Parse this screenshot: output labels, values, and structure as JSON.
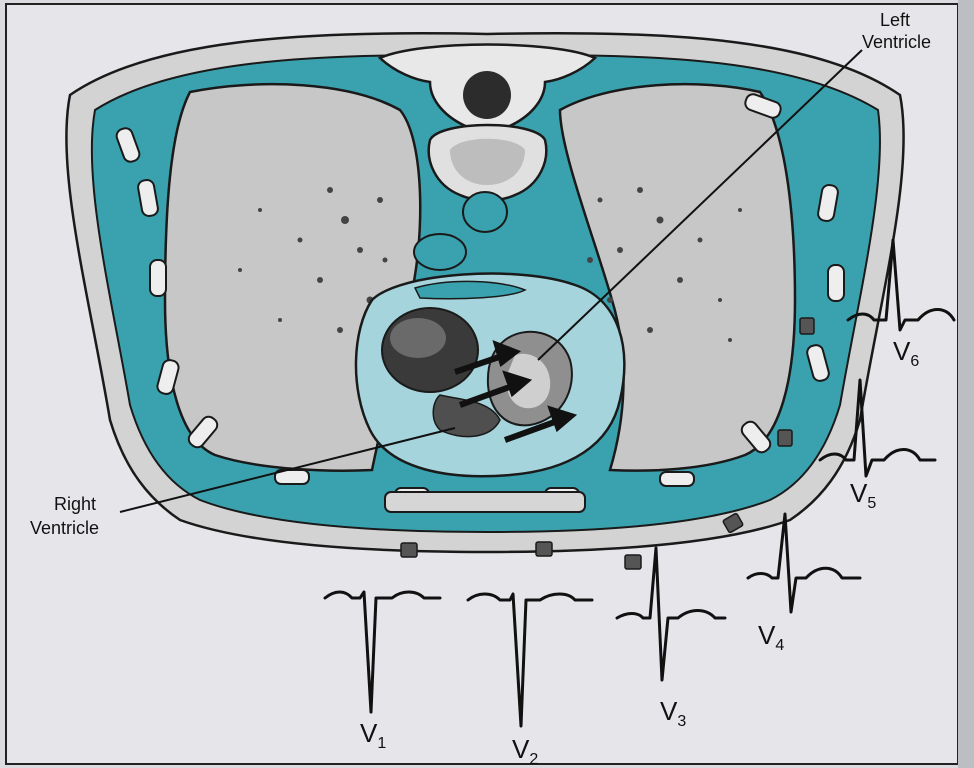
{
  "annotations": {
    "left_ventricle": "Left\nVentricle",
    "right_ventricle": "Right\nVentricle"
  },
  "leads": [
    {
      "id": "V1",
      "letter": "V",
      "sub": "1"
    },
    {
      "id": "V2",
      "letter": "V",
      "sub": "2"
    },
    {
      "id": "V3",
      "letter": "V",
      "sub": "3"
    },
    {
      "id": "V4",
      "letter": "V",
      "sub": "4"
    },
    {
      "id": "V5",
      "letter": "V",
      "sub": "5"
    },
    {
      "id": "V6",
      "letter": "V",
      "sub": "6"
    }
  ],
  "colors": {
    "muscle": "#3aa2ae",
    "lung": "#c7c7c7",
    "skin": "#d3d3d3",
    "heart_fluid": "#a6d4dc",
    "outline": "#1a1a1a"
  }
}
